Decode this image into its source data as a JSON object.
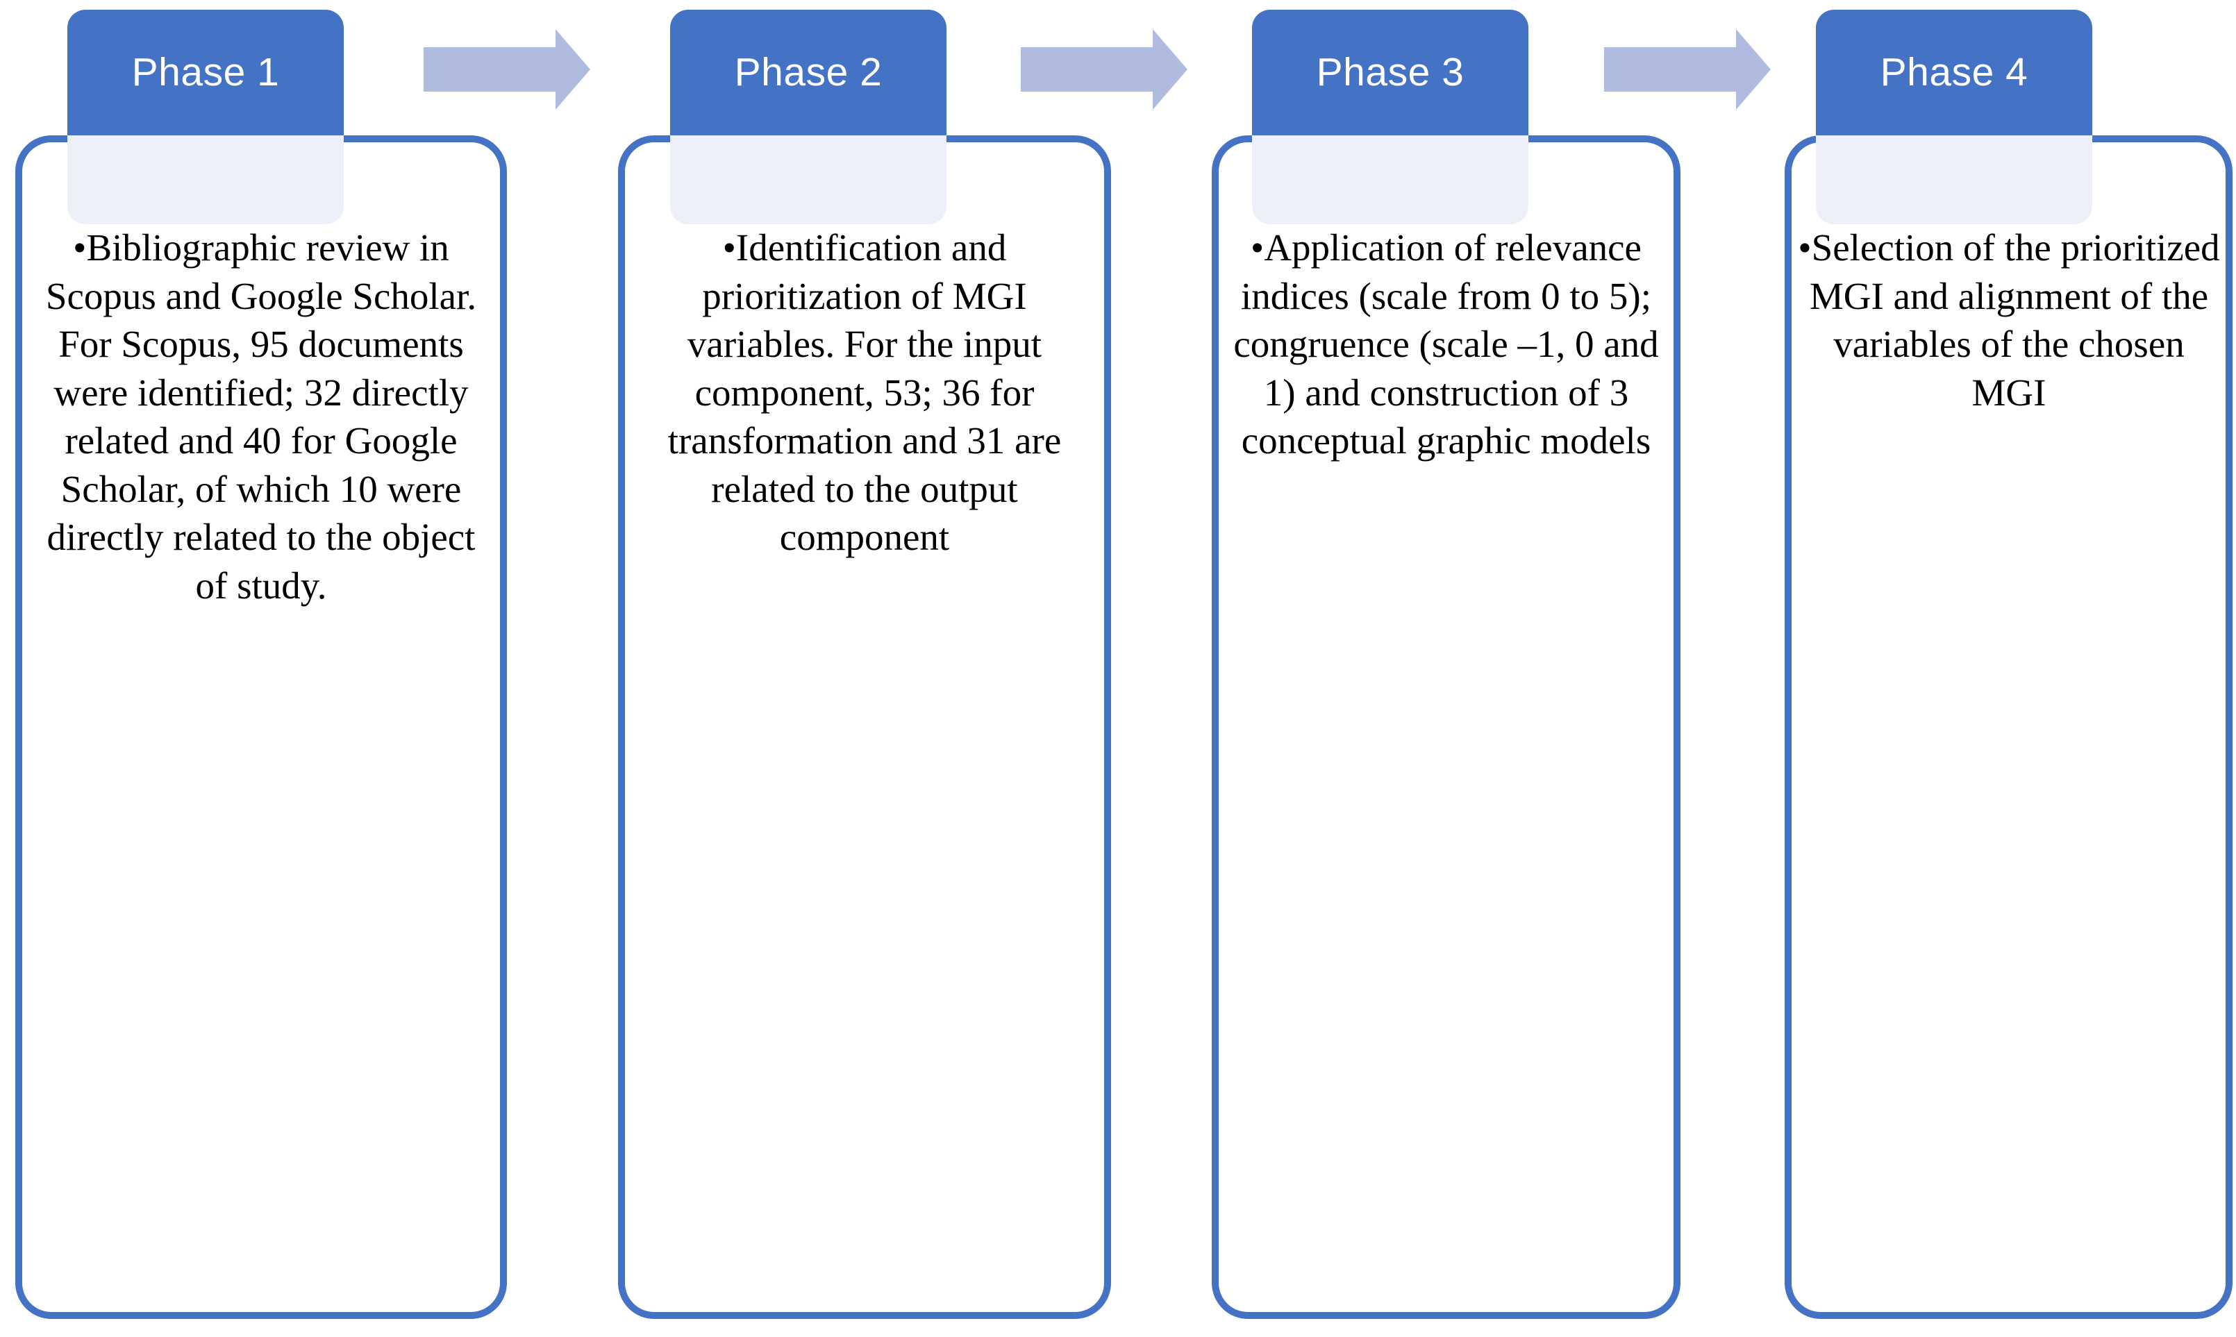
{
  "diagram": {
    "title": "Four-phase research methodology process",
    "orientation": "left-to-right",
    "colors": {
      "tab_blue": "#4472C4",
      "box_border_blue": "#4472C4",
      "band_pale_blue": "#EDF0F9",
      "arrow_blue": "#AFBCE0",
      "text_black": "#000000",
      "tab_text_white": "#FFFFFF",
      "box_fill_white": "#FFFFFF",
      "background": "#FFFFFF"
    },
    "bullet_glyph": "•",
    "arrow_icon_name": "right-arrow-icon",
    "arrow_count": 3,
    "phases": [
      {
        "id": "phase-1",
        "tab_label": "Phase 1",
        "body_text": "Bibliographic review in Scopus and Google Scholar. For Scopus, 95 documents were identified; 32 directly related and 40 for Google Scholar, of which 10 were directly related to the object of study."
      },
      {
        "id": "phase-2",
        "tab_label": "Phase 2",
        "body_text": "Identification and prioritization of MGI variables. For the input component, 53; 36 for transformation and 31 are related to the output component"
      },
      {
        "id": "phase-3",
        "tab_label": "Phase 3",
        "body_text": "Application of relevance indices (scale from 0 to 5); congruence (scale –1, 0 and 1) and construction of 3 conceptual graphic models"
      },
      {
        "id": "phase-4",
        "tab_label": "Phase 4",
        "body_text": "Selection of the prioritized MGI and alignment of the variables of the chosen MGI"
      }
    ]
  }
}
